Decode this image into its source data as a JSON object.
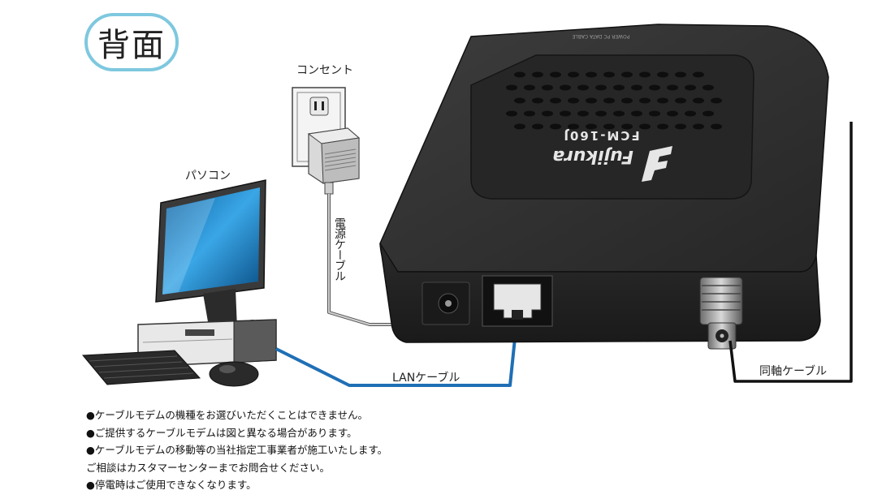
{
  "title": "背面",
  "labels": {
    "outlet": "コンセント",
    "pc": "パソコン",
    "power_cable": "電源ケーブル",
    "lan_cable": "LANケーブル",
    "coax_cable": "同軸ケーブル"
  },
  "device": {
    "brand": "Fujikura",
    "model": "FCM-160J",
    "top_ports_text": "POWER  PC  DATA  CABLE"
  },
  "notes": [
    "●ケーブルモデムの機種をお選びいただくことはできません。",
    "●ご提供するケーブルモデムは図と異なる場合があります。",
    "●ケーブルモデムの移動等の当社指定工事業者が施工いたします。",
    "ご相談はカスタマーセンターまでお問合せください。",
    "●停電時はご使用できなくなります。"
  ],
  "colors": {
    "badge_border": "#7ec8df",
    "lan_cable": "#1f6fb5",
    "modem_body": "#2f2f2f",
    "screen": "#1e88d0"
  }
}
